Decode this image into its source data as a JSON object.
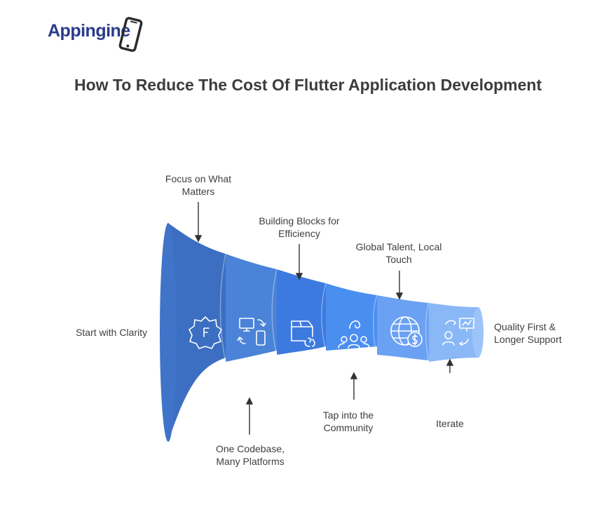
{
  "logo": {
    "text_main": "Appingine",
    "name": "Appingine"
  },
  "title": "How To Reduce The Cost Of Flutter Application Development",
  "stages": [
    {
      "label": "Start with Clarity",
      "icon": "flutter-gear-icon",
      "color": "#3c72c4"
    },
    {
      "label": "One Codebase,\nMany Platforms",
      "icon": "multi-device-icon",
      "color": "#4a82d6"
    },
    {
      "label": "Building Blocks for\nEfficiency",
      "icon": "reuse-box-icon",
      "color": "#3d7ae0"
    },
    {
      "label": "Tap into the\nCommunity",
      "icon": "community-icon",
      "color": "#4a8ef0"
    },
    {
      "label": "Global Talent, Local\nTouch",
      "icon": "globe-dollar-icon",
      "color": "#6aa1f3"
    },
    {
      "label": "Iterate",
      "icon": "iterate-icon",
      "color": "#8ab8f7"
    }
  ],
  "callouts": {
    "focus": "Focus on What\nMatters",
    "quality": "Quality First &\nLonger Support"
  }
}
